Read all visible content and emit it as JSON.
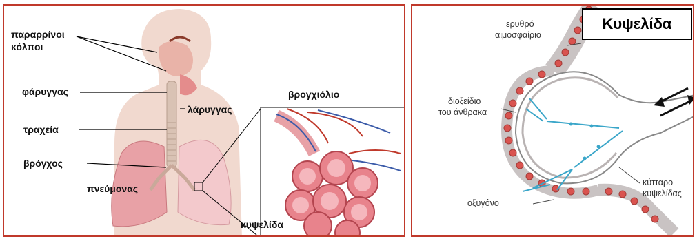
{
  "left_panel": {
    "labels": {
      "sinuses_line1": "παραρρίνοι",
      "sinuses_line2": "κόλποι",
      "pharynx": "φάρυγγας",
      "larynx": "λάρυγγας",
      "trachea": "τραχεία",
      "bronchus": "βρόγχος",
      "lung": "πνεύμονας",
      "bronchiole": "βρογχιόλιο",
      "alveolus": "κυψελίδα"
    }
  },
  "right_panel": {
    "title": "Κυψελίδα",
    "labels": {
      "rbc_line1": "ερυθρό",
      "rbc_line2": "αιμοσφαίριο",
      "co2_line1": "διοξείδιο",
      "co2_line2": "του άνθρακα",
      "oxygen": "οξυγόνο",
      "cell_line1": "κύτταρο",
      "cell_line2": "κυψελίδας"
    }
  },
  "colors": {
    "frame": "#c0392b",
    "body_skin": "#f1d9cf",
    "lung": "#e8a1a6",
    "blood_cell": "#d9534f",
    "arrow": "#3aa6c9"
  }
}
